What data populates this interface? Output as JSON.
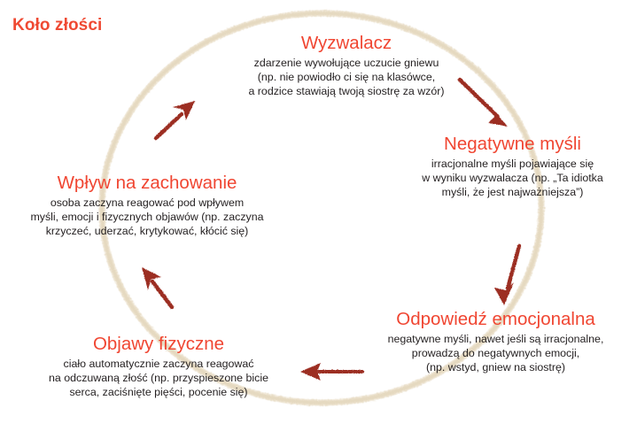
{
  "page": {
    "title": "Koło złości",
    "title_color": "#ef4a33",
    "heading_color": "#f04632",
    "body_color": "#231f20",
    "ring_color": "#e2d5ba",
    "arrow_color": "#9c2f24",
    "background": "#ffffff"
  },
  "diagram": {
    "type": "cycle",
    "node_count": 5,
    "arrow_count": 5,
    "direction": "clockwise"
  },
  "nodes": [
    {
      "id": "trigger",
      "title": "Wyzwalacz",
      "lines": [
        "zdarzenie wywołujące uczucie gniewu",
        "(np. nie powiodło ci się na klasówce,",
        "a rodzice stawiają twoją siostrę za wzór)"
      ]
    },
    {
      "id": "negative-thoughts",
      "title": "Negatywne myśli",
      "lines": [
        "irracjonalne myśli pojawiające się",
        "w wyniku wyzwalacza (np. „Ta idiotka",
        "myśli, że jest najważniejsza”)"
      ]
    },
    {
      "id": "emotional-response",
      "title": "Odpowiedź emocjonalna",
      "lines": [
        "negatywne myśli, nawet jeśli są irracjonalne,",
        "prowadzą do negatywnych emocji,",
        "(np. wstyd, gniew na siostrę)"
      ]
    },
    {
      "id": "physical-symptoms",
      "title": "Objawy fizyczne",
      "lines": [
        "ciało automatycznie zaczyna reagować",
        "na odczuwaną złość (np. przyspieszone bicie",
        "serca, zaciśnięte pięści, pocenie się)"
      ]
    },
    {
      "id": "behavior-impact",
      "title": "Wpływ na zachowanie",
      "lines": [
        "osoba zaczyna reagować pod wpływem",
        "myśli, emocji i fizycznych objawów (np. zaczyna",
        "krzyczeć, uderzać, krytykować, kłócić się)"
      ]
    }
  ],
  "arrows": [
    {
      "id": "arrow-trigger-to-negative",
      "direction": "down-right"
    },
    {
      "id": "arrow-negative-to-emotional",
      "direction": "down"
    },
    {
      "id": "arrow-emotional-to-physical",
      "direction": "left"
    },
    {
      "id": "arrow-physical-to-behavior",
      "direction": "up-left"
    },
    {
      "id": "arrow-behavior-to-trigger",
      "direction": "up-right"
    }
  ]
}
